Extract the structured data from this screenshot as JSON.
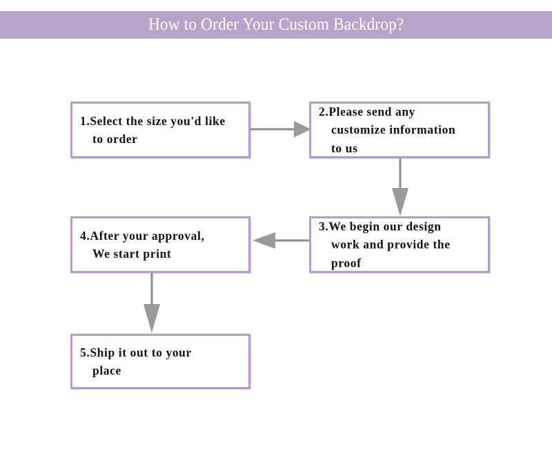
{
  "header": {
    "title": "How to Order Your Custom Backdrop?",
    "background_color": "#b5a4c7",
    "text_color": "#ffffff"
  },
  "theme": {
    "box_border_color": "#b49ec9",
    "box_fill_color": "#ffffff",
    "box_text_color": "#121212",
    "arrow_color": "#8c8c8c",
    "page_background": "#ffffff"
  },
  "flowchart": {
    "type": "process-flow",
    "step_count": 5,
    "steps": [
      {
        "id": "step-1",
        "number": "1",
        "text": "1.Select the size you'd like\nto order"
      },
      {
        "id": "step-2",
        "number": "2",
        "text": "2.Please send any\ncustomize information\nto us"
      },
      {
        "id": "step-3",
        "number": "3",
        "text": "3.We begin our design\nwork and provide the\nproof"
      },
      {
        "id": "step-4",
        "number": "4",
        "text": "4.After your approval,\nWe start print"
      },
      {
        "id": "step-5",
        "number": "5",
        "text": "5.Ship it out to your\nplace"
      }
    ],
    "connectors": [
      {
        "id": "arrow-1-to-2",
        "from": "step-1",
        "to": "step-2",
        "direction": "right"
      },
      {
        "id": "arrow-2-to-3",
        "from": "step-2",
        "to": "step-3",
        "direction": "down"
      },
      {
        "id": "arrow-3-to-4",
        "from": "step-3",
        "to": "step-4",
        "direction": "left"
      },
      {
        "id": "arrow-4-to-5",
        "from": "step-4",
        "to": "step-5",
        "direction": "down"
      }
    ]
  }
}
